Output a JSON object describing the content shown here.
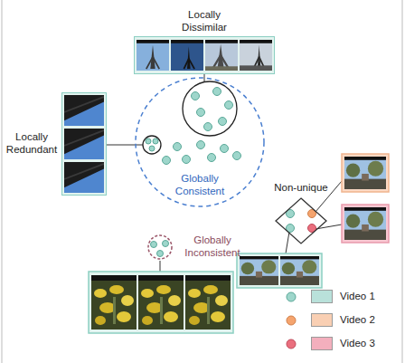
{
  "diagram": {
    "nodes": [
      {
        "text": [
          "Locally Dissimilar"
        ]
      },
      {
        "text": [
          "Locally Redundant"
        ]
      },
      {
        "text": [
          "Globally Consistent"
        ]
      },
      {
        "text": [
          "Non-unique"
        ]
      },
      {
        "text": [
          "Globally Inconsistent"
        ]
      }
    ],
    "legend": [
      {
        "text": "Video 1",
        "color": "#b9e1da"
      },
      {
        "text": "Video 2",
        "color": "#f9cfb3"
      },
      {
        "text": "Video 3",
        "color": "#f3afbd"
      }
    ]
  }
}
